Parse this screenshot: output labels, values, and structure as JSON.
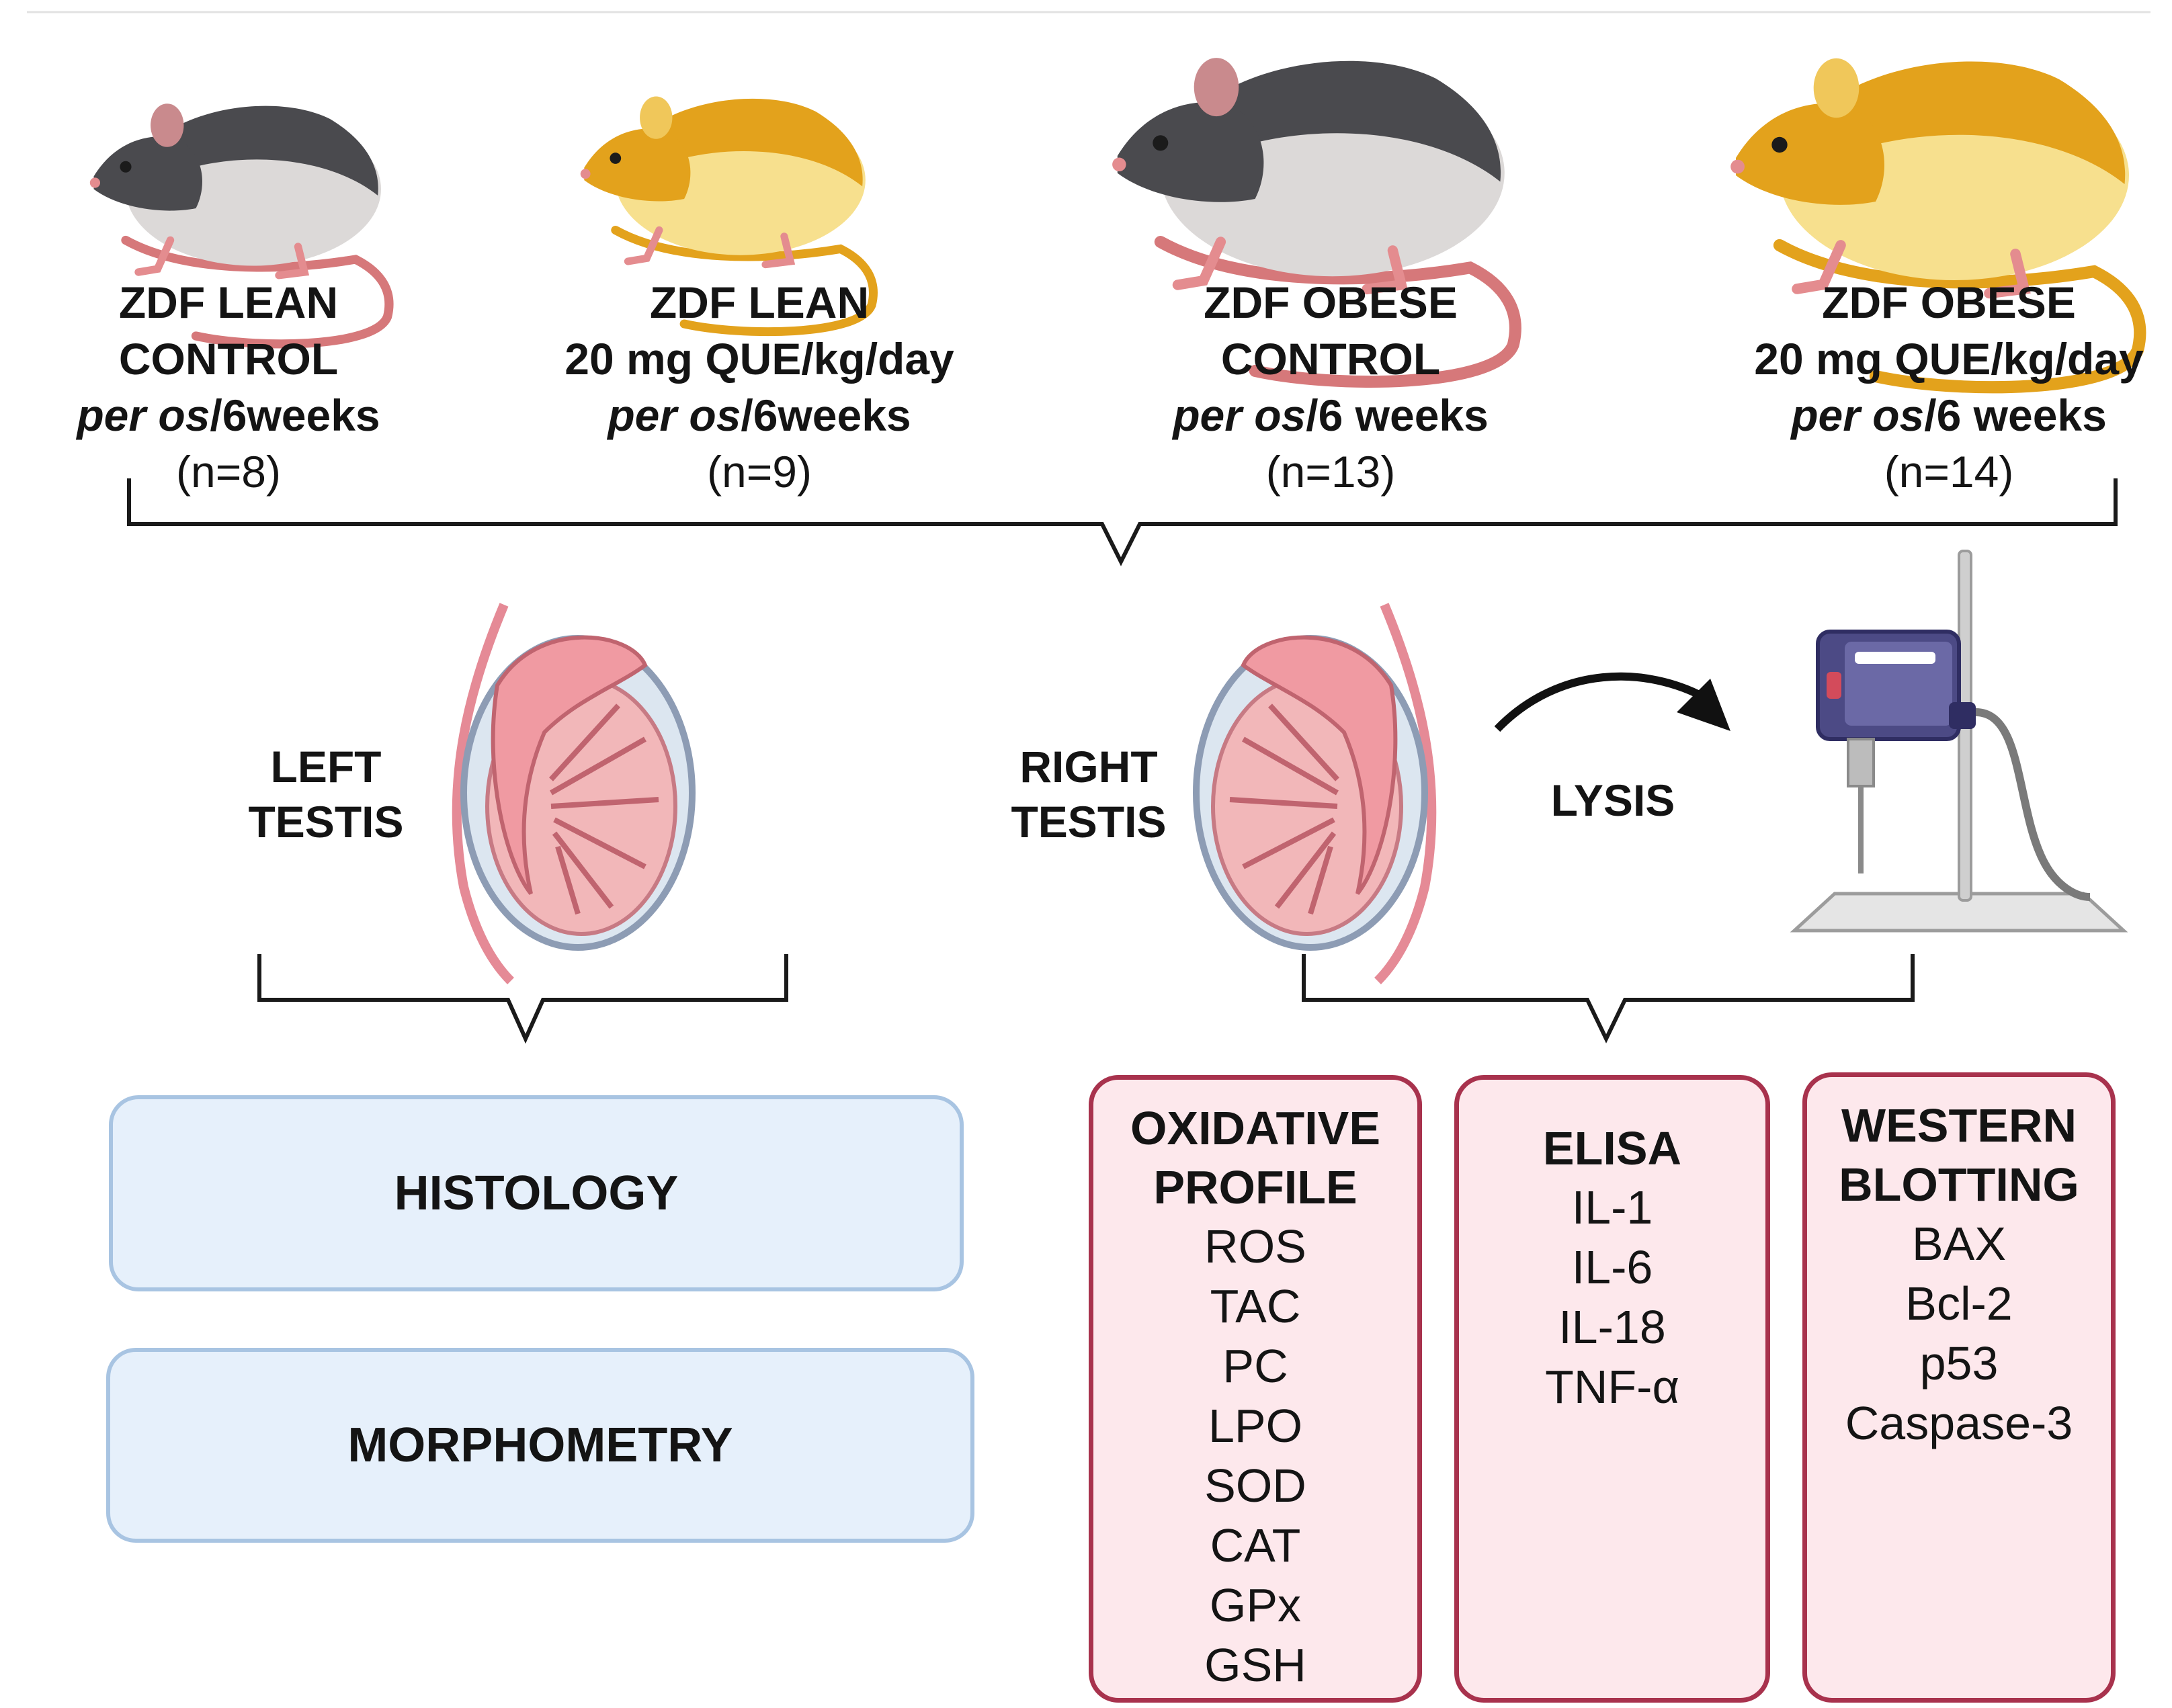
{
  "groups": [
    {
      "name_line1": "ZDF LEAN",
      "name_line2": "CONTROL",
      "route": "per os",
      "duration": "/6weeks",
      "n": "(n=8)",
      "color": "gray"
    },
    {
      "name_line1": "ZDF LEAN",
      "name_line2": "20 mg QUE/kg/day",
      "route": "per os",
      "duration": "/6weeks",
      "n": "(n=9)",
      "color": "yellow"
    },
    {
      "name_line1": "ZDF OBESE",
      "name_line2": "CONTROL",
      "route": "per os",
      "duration": "/6 weeks",
      "n": "(n=13)",
      "color": "gray"
    },
    {
      "name_line1": "ZDF OBESE",
      "name_line2": "20 mg QUE/kg/day",
      "route": "per os",
      "duration": "/6 weeks",
      "n": "(n=14)",
      "color": "yellow"
    }
  ],
  "left_testis": {
    "line1": "LEFT",
    "line2": "TESTIS"
  },
  "right_testis": {
    "line1": "RIGHT",
    "line2": "TESTIS"
  },
  "lysis": "LYSIS",
  "methods_left": [
    "HISTOLOGY",
    "MORPHOMETRY"
  ],
  "panels": [
    {
      "title_lines": [
        "OXIDATIVE",
        "PROFILE"
      ],
      "items": [
        "ROS",
        "TAC",
        "PC",
        "LPO",
        "SOD",
        "CAT",
        "GPx",
        "GSH"
      ]
    },
    {
      "title_lines": [
        "ELISA"
      ],
      "items": [
        "IL-1",
        "IL-6",
        "IL-18",
        "TNF-α"
      ]
    },
    {
      "title_lines": [
        "WESTERN",
        "BLOTTING"
      ],
      "items": [
        "BAX",
        "Bcl-2",
        "p53",
        "Caspase-3"
      ]
    }
  ],
  "colors": {
    "gray_rat_body": "#dcd9d8",
    "gray_rat_back": "#4a4a4e",
    "yellow_rat_body": "#f7e08e",
    "yellow_rat_back": "#e3a21c",
    "tail": "#d6787a",
    "panel_border": "#a8324d",
    "panel_fill": "#fde8ec",
    "blue_box_border": "#a8c4e2",
    "blue_box_fill": "#e6f0fb"
  }
}
